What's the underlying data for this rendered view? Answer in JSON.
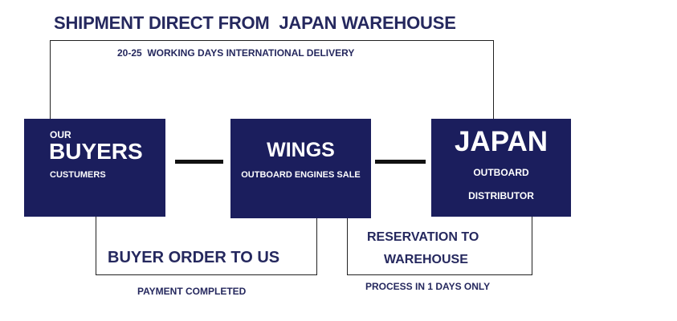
{
  "title": "SHIPMENT DIRECT FROM  JAPAN WAREHOUSE",
  "delivery_note": "20-25  WORKING DAYS INTERNATIONAL DELIVERY",
  "boxes": {
    "buyers": {
      "small": "OUR",
      "big": "BUYERS",
      "sub": "CUSTUMERS"
    },
    "wings": {
      "big": "WINGS",
      "sub": "OUTBOARD ENGINES SALE"
    },
    "japan": {
      "big": "JAPAN",
      "sub1": "OUTBOARD",
      "sub2": "DISTRIBUTOR"
    }
  },
  "labels": {
    "buyer_order": "BUYER ORDER TO US",
    "payment": "PAYMENT COMPLETED",
    "reservation_line1": "RESERVATION TO",
    "reservation_line2": "WAREHOUSE",
    "process": "PROCESS IN 1 DAYS ONLY"
  },
  "colors": {
    "box_fill": "#1b1e5d",
    "text_navy": "#25285e",
    "connector": "#111111"
  }
}
